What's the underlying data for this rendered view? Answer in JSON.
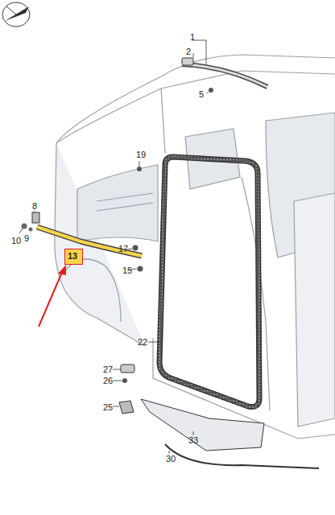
{
  "diagram": {
    "nodes": [
      {
        "text": [
          "13"
        ]
      }
    ],
    "labels": [
      "1",
      "2",
      "5",
      "19",
      "8",
      "10",
      "9",
      "17",
      "15",
      "22",
      "27",
      "26",
      "25",
      "33",
      "30"
    ]
  }
}
